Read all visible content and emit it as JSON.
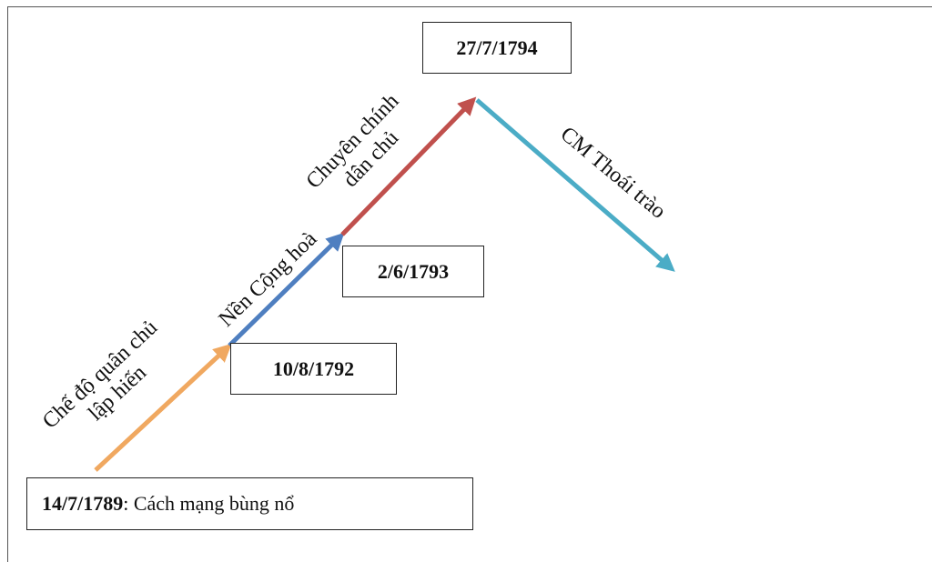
{
  "boxes": {
    "start": {
      "date": "14/7/1789",
      "text": ": Cách mạng bùng nổ"
    },
    "d1792": {
      "date": "10/8/1792"
    },
    "d1793": {
      "date": "2/6/1793"
    },
    "d1794": {
      "date": "27/7/1794"
    }
  },
  "labels": {
    "monarchy_line1": "Chế độ quân chủ",
    "monarchy_line2": "lập hiến",
    "republic": "Nền Cộng hoà",
    "dictatorship_line1": "Chuyên chính",
    "dictatorship_line2": "dân chủ",
    "thermidor": "CM Thoái trào"
  },
  "colors": {
    "monarchy": "#f0a860",
    "republic": "#4f7fc0",
    "dictatorship": "#c0504d",
    "thermidor": "#4bacc6"
  }
}
